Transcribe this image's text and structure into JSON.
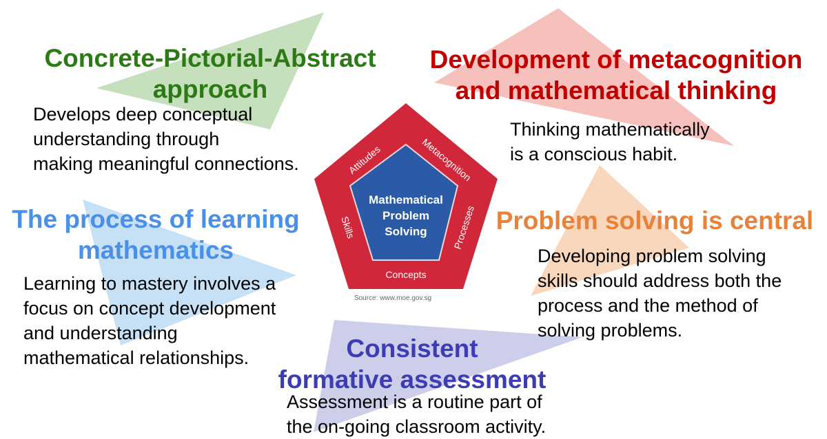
{
  "colors": {
    "green": "#2b7a15",
    "red": "#c00000",
    "blue": "#4a8fe8",
    "orange": "#e8823a",
    "purple": "#3c3cb4",
    "pentagon_red": "#d0283a",
    "pentagon_blue": "#2b5aa6"
  },
  "cpa": {
    "title_lines": [
      "Concrete-Pictorial-Abstract",
      "approach"
    ],
    "body_lines": [
      "Develops deep conceptual",
      "understanding through",
      "making meaningful connections."
    ]
  },
  "metacognition": {
    "title_lines": [
      "Development of metacognition",
      "and mathematical thinking"
    ],
    "body_lines": [
      "Thinking mathematically",
      "is a conscious habit."
    ]
  },
  "process": {
    "title_lines": [
      "The process of learning",
      "mathematics"
    ],
    "body_lines": [
      "Learning to mastery involves a",
      "focus on concept development",
      "and understanding",
      "mathematical relationships."
    ]
  },
  "problem_solving": {
    "title_lines": [
      "Problem solving is central"
    ],
    "body_lines": [
      "Developing problem solving",
      "skills should address both the",
      "process and the method of",
      "solving problems."
    ]
  },
  "assessment": {
    "title_lines": [
      "Consistent",
      "formative assessment"
    ],
    "body_lines": [
      "Assessment is a routine part of",
      "the on-going classroom activity."
    ]
  },
  "pentagon": {
    "center_lines": [
      "Mathematical",
      "Problem",
      "Solving"
    ],
    "sides": {
      "attitudes": "Attitudes",
      "metacognition": "Metacognition",
      "processes": "Processes",
      "concepts": "Concepts",
      "skills": "Skills"
    },
    "source": "Source: www.moe.gov.sg"
  }
}
